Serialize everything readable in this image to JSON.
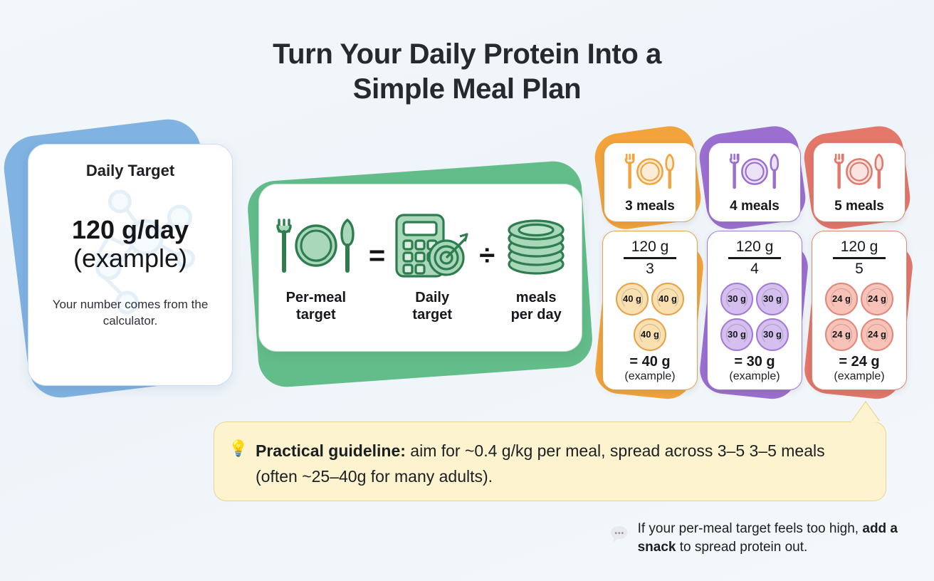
{
  "title": "Turn Your Daily Protein Into a\nSimple Meal Plan",
  "title_line1": "Turn Your Daily Protein Into a",
  "title_line2": "Simple Meal Plan",
  "daily_target": {
    "heading": "Daily Target",
    "value": "120 g/day",
    "value_note": "(example)",
    "subtitle": "Your number comes from the calculator.",
    "icon": "molecule-icon",
    "accent": "#80b2e2"
  },
  "formula": {
    "accent": "#63bd8a",
    "terms": [
      {
        "icon": "place-setting-icon",
        "label": "Per-meal\ntarget",
        "label_line1": "Per-meal",
        "label_line2": "target"
      },
      {
        "icon": "calculator-target-icon",
        "label": "Daily\ntarget",
        "label_line1": "Daily",
        "label_line2": "target"
      },
      {
        "icon": "plate-stack-icon",
        "label": "meals\nper day",
        "label_line1": "meals",
        "label_line2": "per day"
      }
    ],
    "operators": [
      "=",
      "÷"
    ]
  },
  "meal_options": [
    {
      "header_label": "3 meals",
      "header_icon": "place-setting-icon",
      "numerator": "120 g",
      "denominator": "3",
      "chips": [
        "40 g",
        "40 g",
        "40 g"
      ],
      "result": "= 40 g",
      "result_note": "(example)",
      "accent": "#f2a33c",
      "accent_soft": "#fbdfae",
      "accent_border": "#e6a24a",
      "chip_fill": "#fadfb0"
    },
    {
      "header_label": "4 meals",
      "header_icon": "place-setting-icon",
      "numerator": "120 g",
      "denominator": "4",
      "chips": [
        "30 g",
        "30 g",
        "30 g",
        "30 g"
      ],
      "result": "= 30 g",
      "result_note": "(example)",
      "accent": "#9b6fcf",
      "accent_soft": "#d8c4ee",
      "accent_border": "#a379d6",
      "chip_fill": "#d4bfee"
    },
    {
      "header_label": "5 meals",
      "header_icon": "place-setting-icon",
      "numerator": "120 g",
      "denominator": "5",
      "chips": [
        "24 g",
        "24 g",
        "24 g",
        "24 g"
      ],
      "result": "= 24 g",
      "result_note": "(example)",
      "accent": "#e2776a",
      "accent_soft": "#f7c0b6",
      "accent_border": "#e0867a",
      "chip_fill": "#f8c2b8"
    }
  ],
  "callout": {
    "icon": "lightbulb-icon",
    "bold_lead": "Practical guideline:",
    "body": " aim for ~0.4 g/kg per meal, spread across 3–5 3–5 meals (often ~25–40g for many adults).",
    "bg": "#fdf4cf"
  },
  "footnote": {
    "icon": "speech-bubble-icon",
    "line1": "If your per-meal target feels too high,",
    "bold_part": "add a snack",
    "line2_rest": " to spread protein out."
  }
}
